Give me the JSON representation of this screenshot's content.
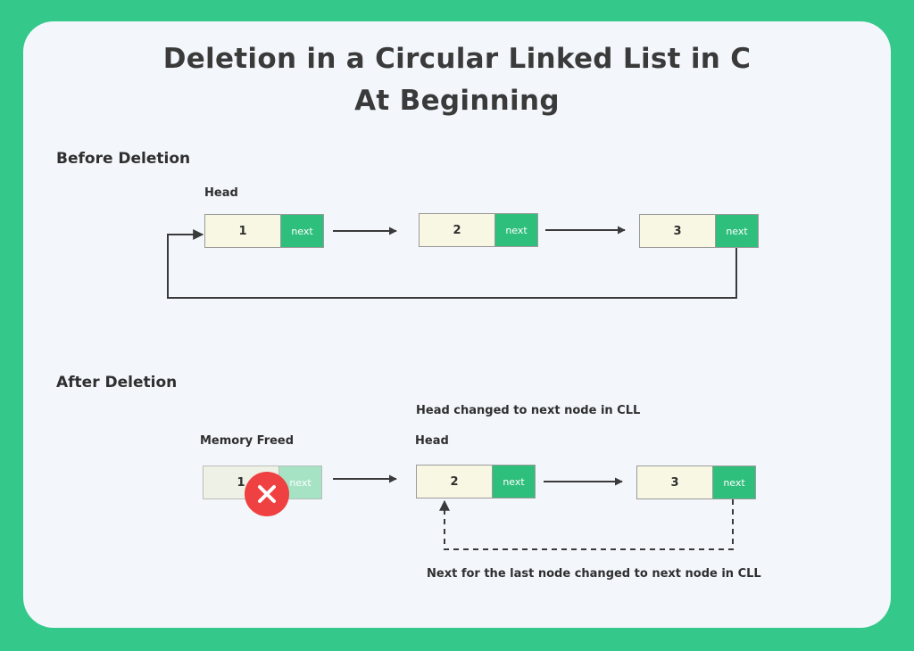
{
  "title": {
    "line1": "Deletion in a Circular Linked List in C",
    "line2": "At Beginning"
  },
  "before": {
    "section_label": "Before Deletion",
    "head_label": "Head",
    "nodes": [
      {
        "value": "1",
        "next": "next"
      },
      {
        "value": "2",
        "next": "next"
      },
      {
        "value": "3",
        "next": "next"
      }
    ]
  },
  "after": {
    "section_label": "After Deletion",
    "head_changed_note": "Head changed to next node in CLL",
    "memory_freed_label": "Memory Freed",
    "head_label": "Head",
    "freed_node": {
      "value": "1",
      "next": "next"
    },
    "nodes": [
      {
        "value": "2",
        "next": "next"
      },
      {
        "value": "3",
        "next": "next"
      }
    ],
    "last_next_note": "Next for the last node changed to next node in CLL"
  },
  "colors": {
    "frame": "#34c88a",
    "next_cell": "#2fbf7c",
    "value_cell": "#f7f7e3",
    "delete_badge": "#ef4141",
    "arrow": "#3a3a3a"
  },
  "icons": {
    "delete_badge": "close-icon"
  }
}
